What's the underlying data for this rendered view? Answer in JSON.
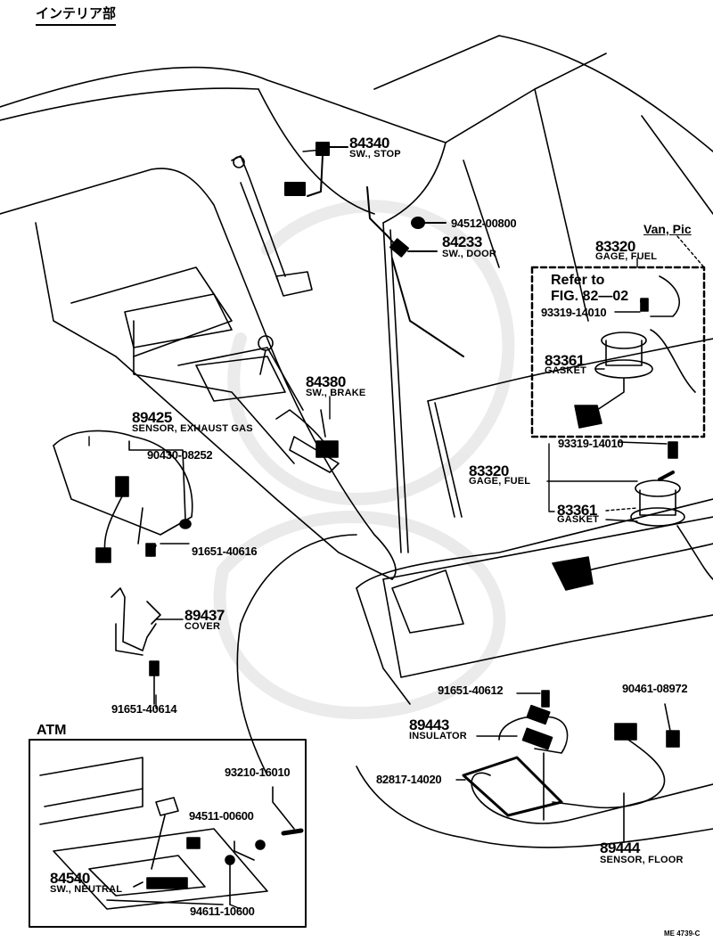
{
  "page": {
    "section_title": "インテリア部",
    "drawing_code": "ME 4739-C"
  },
  "parts": {
    "sw_stop": {
      "number": "84340",
      "name": "SW., STOP"
    },
    "washer_94512": {
      "number": "94512-00800"
    },
    "sw_door": {
      "number": "84233",
      "name": "SW., DOOR"
    },
    "variant_label": "Van, Pic",
    "gage_fuel_vanpic": {
      "number": "83320",
      "name": "GAGE, FUEL"
    },
    "refer": {
      "line1": "Refer to",
      "line2": "FIG. 82—02"
    },
    "screw_93319_a": {
      "number": "93319-14010"
    },
    "gasket_vanpic": {
      "number": "83361",
      "name": "GASKET"
    },
    "screw_93319_b": {
      "number": "93319-14010"
    },
    "gage_fuel": {
      "number": "83320",
      "name": "GAGE, FUEL"
    },
    "gasket": {
      "number": "83361",
      "name": "GASKET"
    },
    "sw_brake": {
      "number": "84380",
      "name": "SW., BRAKE"
    },
    "sensor_exhaust": {
      "number": "89425",
      "name": "SENSOR, EXHAUST GAS"
    },
    "nut_90430": {
      "number": "90430-08252"
    },
    "bolt_91651_40616": {
      "number": "91651-40616"
    },
    "cover": {
      "number": "89437",
      "name": "COVER"
    },
    "bolt_91651_40614": {
      "number": "91651-40614"
    },
    "bolt_91651_40612": {
      "number": "91651-40612"
    },
    "clip_90461": {
      "number": "90461-08972"
    },
    "insulator": {
      "number": "89443",
      "name": "INSULATOR"
    },
    "pad_82817": {
      "number": "82817-14020"
    },
    "sensor_floor": {
      "number": "89444",
      "name": "SENSOR, FLOOR"
    }
  },
  "atm": {
    "label": "ATM",
    "bolt_93210": {
      "number": "93210-16010"
    },
    "washer_94511": {
      "number": "94511-00600"
    },
    "sw_neutral": {
      "number": "84540",
      "name": "SW., NEUTRAL"
    },
    "nut_94611": {
      "number": "94611-10600"
    }
  }
}
